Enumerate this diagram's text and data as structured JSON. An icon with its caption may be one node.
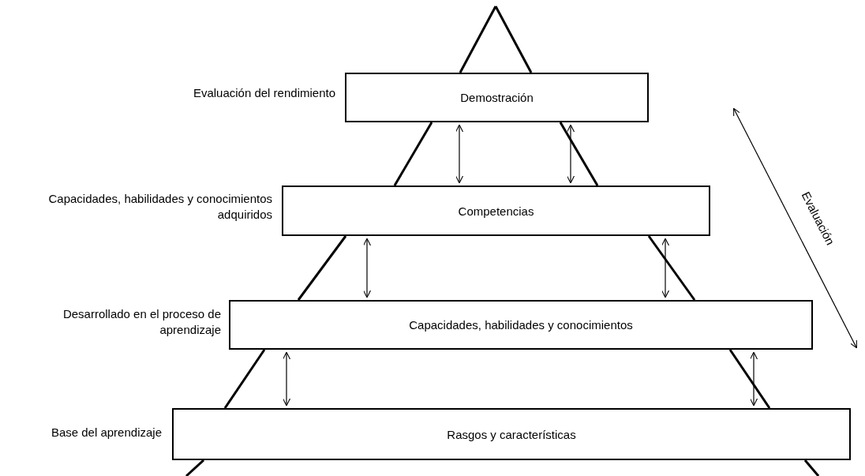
{
  "diagram": {
    "nodes": [
      {
        "text": [
          "Demostración"
        ],
        "beside": [
          "Evaluación del rendimiento"
        ]
      },
      {
        "text": [
          "Competencias"
        ],
        "beside": [
          "Capacidades, habilidades y conocimientos adquiridos"
        ]
      },
      {
        "text": [
          "Capacidades, habilidades y conocimientos"
        ],
        "beside": [
          "Desarrollado en el proceso de aprendizaje"
        ]
      },
      {
        "text": [
          "Rasgos y características"
        ],
        "beside": [
          "Base del aprendizaje"
        ]
      }
    ],
    "edges": [
      {
        "from": 0,
        "to": 1,
        "arrow": "both"
      },
      {
        "from": 0,
        "to": 1,
        "arrow": "both"
      },
      {
        "from": 1,
        "to": 2,
        "arrow": "both"
      },
      {
        "from": 1,
        "to": 2,
        "arrow": "both"
      },
      {
        "from": 2,
        "to": 3,
        "arrow": "both"
      },
      {
        "from": 2,
        "to": 3,
        "arrow": "both"
      }
    ],
    "labels": [
      "Evaluación"
    ]
  }
}
